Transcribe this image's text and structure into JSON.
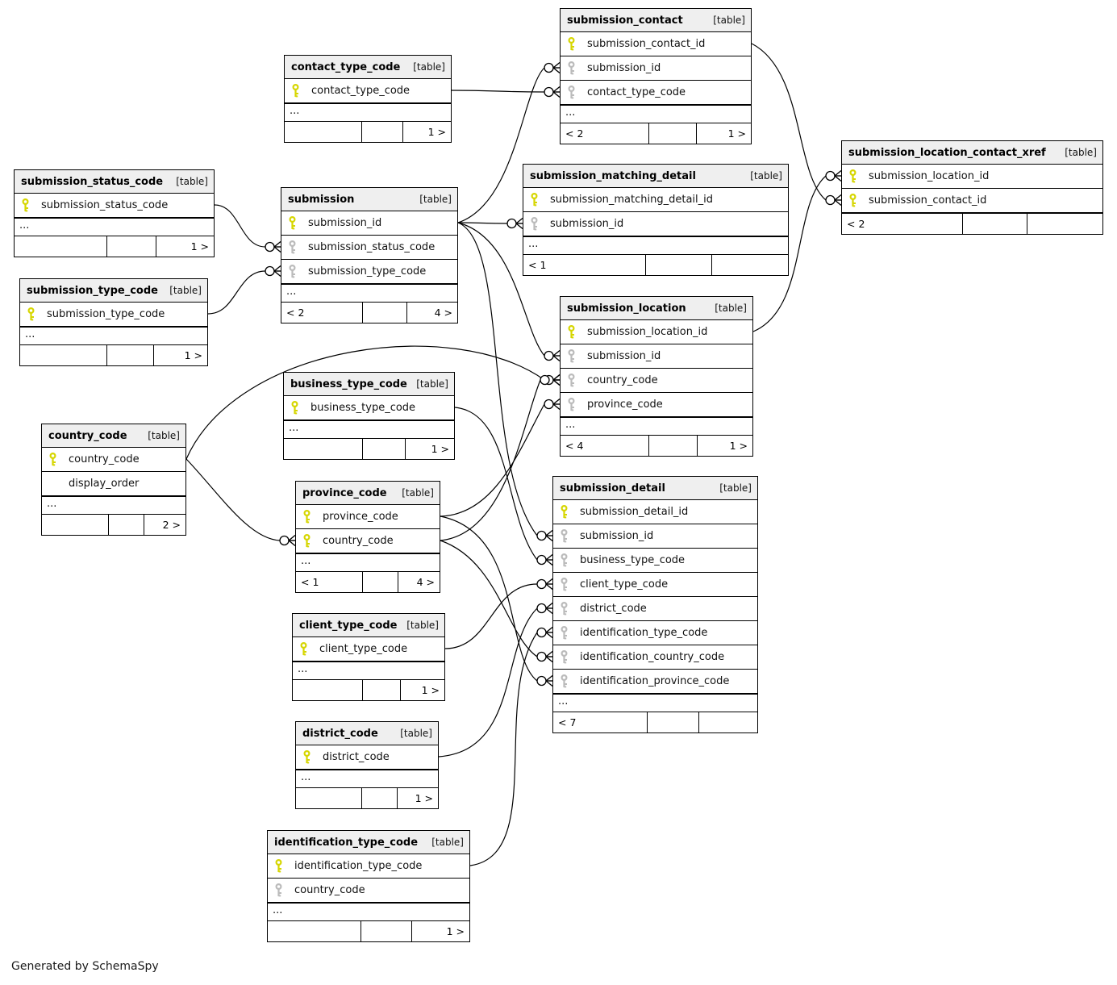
{
  "footer_note": "Generated by SchemaSpy",
  "badge_label": "[table]",
  "ellipsis_label": "...",
  "colors": {
    "primary_key": "#d6d600",
    "foreign_key": "#bbbbbb",
    "header_bg": "#efefef",
    "line": "#000000"
  },
  "tables": [
    {
      "id": "submission_contact",
      "name": "submission_contact",
      "columns": [
        {
          "name": "submission_contact_id",
          "key": "pk"
        },
        {
          "name": "submission_id",
          "key": "fk"
        },
        {
          "name": "contact_type_code",
          "key": "fk"
        }
      ],
      "ellipsis": true,
      "footer": [
        "< 2",
        "",
        "1 >"
      ]
    },
    {
      "id": "contact_type_code",
      "name": "contact_type_code",
      "columns": [
        {
          "name": "contact_type_code",
          "key": "pk"
        }
      ],
      "ellipsis": true,
      "footer": [
        "",
        "",
        "1 >"
      ]
    },
    {
      "id": "submission_status_code",
      "name": "submission_status_code",
      "columns": [
        {
          "name": "submission_status_code",
          "key": "pk"
        }
      ],
      "ellipsis": true,
      "footer": [
        "",
        "",
        "1 >"
      ]
    },
    {
      "id": "submission_type_code",
      "name": "submission_type_code",
      "columns": [
        {
          "name": "submission_type_code",
          "key": "pk"
        }
      ],
      "ellipsis": true,
      "footer": [
        "",
        "",
        "1 >"
      ]
    },
    {
      "id": "submission",
      "name": "submission",
      "columns": [
        {
          "name": "submission_id",
          "key": "pk"
        },
        {
          "name": "submission_status_code",
          "key": "fk"
        },
        {
          "name": "submission_type_code",
          "key": "fk"
        }
      ],
      "ellipsis": true,
      "footer": [
        "< 2",
        "",
        "4 >"
      ]
    },
    {
      "id": "submission_matching_detail",
      "name": "submission_matching_detail",
      "columns": [
        {
          "name": "submission_matching_detail_id",
          "key": "pk"
        },
        {
          "name": "submission_id",
          "key": "fk"
        }
      ],
      "ellipsis": true,
      "footer": [
        "< 1",
        "",
        ""
      ]
    },
    {
      "id": "submission_location_contact_xref",
      "name": "submission_location_contact_xref",
      "columns": [
        {
          "name": "submission_location_id",
          "key": "pk"
        },
        {
          "name": "submission_contact_id",
          "key": "pk"
        }
      ],
      "ellipsis": false,
      "footer": [
        "< 2",
        "",
        ""
      ]
    },
    {
      "id": "submission_location",
      "name": "submission_location",
      "columns": [
        {
          "name": "submission_location_id",
          "key": "pk"
        },
        {
          "name": "submission_id",
          "key": "fk"
        },
        {
          "name": "country_code",
          "key": "fk"
        },
        {
          "name": "province_code",
          "key": "fk"
        }
      ],
      "ellipsis": true,
      "footer": [
        "< 4",
        "",
        "1 >"
      ]
    },
    {
      "id": "business_type_code",
      "name": "business_type_code",
      "columns": [
        {
          "name": "business_type_code",
          "key": "pk"
        }
      ],
      "ellipsis": true,
      "footer": [
        "",
        "",
        "1 >"
      ]
    },
    {
      "id": "country_code",
      "name": "country_code",
      "columns": [
        {
          "name": "country_code",
          "key": "pk"
        },
        {
          "name": "display_order",
          "key": "none"
        }
      ],
      "ellipsis": true,
      "footer": [
        "",
        "",
        "2 >"
      ]
    },
    {
      "id": "province_code",
      "name": "province_code",
      "columns": [
        {
          "name": "province_code",
          "key": "pk"
        },
        {
          "name": "country_code",
          "key": "pk"
        }
      ],
      "ellipsis": true,
      "footer": [
        "< 1",
        "",
        "4 >"
      ]
    },
    {
      "id": "client_type_code",
      "name": "client_type_code",
      "columns": [
        {
          "name": "client_type_code",
          "key": "pk"
        }
      ],
      "ellipsis": true,
      "footer": [
        "",
        "",
        "1 >"
      ]
    },
    {
      "id": "district_code",
      "name": "district_code",
      "columns": [
        {
          "name": "district_code",
          "key": "pk"
        }
      ],
      "ellipsis": true,
      "footer": [
        "",
        "",
        "1 >"
      ]
    },
    {
      "id": "identification_type_code",
      "name": "identification_type_code",
      "columns": [
        {
          "name": "identification_type_code",
          "key": "pk"
        },
        {
          "name": "country_code",
          "key": "fk"
        }
      ],
      "ellipsis": true,
      "footer": [
        "",
        "",
        "1 >"
      ]
    },
    {
      "id": "submission_detail",
      "name": "submission_detail",
      "columns": [
        {
          "name": "submission_detail_id",
          "key": "pk"
        },
        {
          "name": "submission_id",
          "key": "fk"
        },
        {
          "name": "business_type_code",
          "key": "fk"
        },
        {
          "name": "client_type_code",
          "key": "fk"
        },
        {
          "name": "district_code",
          "key": "fk"
        },
        {
          "name": "identification_type_code",
          "key": "fk"
        },
        {
          "name": "identification_country_code",
          "key": "fk"
        },
        {
          "name": "identification_province_code",
          "key": "fk"
        }
      ],
      "ellipsis": true,
      "footer": [
        "< 7",
        "",
        ""
      ]
    }
  ],
  "relationships": [
    {
      "from": "contact_type_code.contact_type_code",
      "to": "submission_contact.contact_type_code"
    },
    {
      "from": "submission.submission_id",
      "to": "submission_contact.submission_id"
    },
    {
      "from": "submission.submission_id",
      "to": "submission_matching_detail.submission_id"
    },
    {
      "from": "submission.submission_id",
      "to": "submission_location.submission_id"
    },
    {
      "from": "submission.submission_id",
      "to": "submission_detail.submission_id"
    },
    {
      "from": "submission_status_code.submission_status_code",
      "to": "submission.submission_status_code"
    },
    {
      "from": "submission_type_code.submission_type_code",
      "to": "submission.submission_type_code"
    },
    {
      "from": "submission_contact.submission_contact_id",
      "to": "submission_location_contact_xref.submission_contact_id"
    },
    {
      "from": "submission_location.submission_location_id",
      "to": "submission_location_contact_xref.submission_location_id"
    },
    {
      "from": "country_code.country_code",
      "to": "submission_location.country_code"
    },
    {
      "from": "country_code.country_code",
      "to": "province_code.country_code"
    },
    {
      "from": "province_code.province_code",
      "to": "submission_location.province_code"
    },
    {
      "from": "province_code.country_code",
      "to": "submission_location.country_code"
    },
    {
      "from": "business_type_code.business_type_code",
      "to": "submission_detail.business_type_code"
    },
    {
      "from": "client_type_code.client_type_code",
      "to": "submission_detail.client_type_code"
    },
    {
      "from": "district_code.district_code",
      "to": "submission_detail.district_code"
    },
    {
      "from": "identification_type_code.identification_type_code",
      "to": "submission_detail.identification_type_code"
    },
    {
      "from": "province_code.country_code",
      "to": "submission_detail.identification_country_code"
    },
    {
      "from": "province_code.province_code",
      "to": "submission_detail.identification_province_code"
    }
  ]
}
